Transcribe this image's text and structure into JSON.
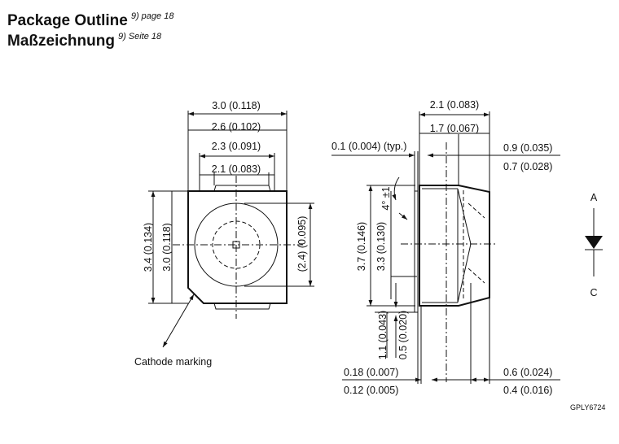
{
  "header": {
    "title_en": "Package Outline",
    "ref_en": "9) page 18",
    "title_de": "Maßzeichnung",
    "ref_de": "9) Seite 18"
  },
  "top_view": {
    "width_outer": "3.0 (0.118)",
    "width_body": "2.6 (0.102)",
    "pad_outer": "2.3 (0.091)",
    "pad_inner": "2.1 (0.083)",
    "height_outer": "3.4 (0.134)",
    "height_body": "3.0 (0.118)",
    "lens_diameter": "(2.4) (0.095)",
    "cathode_label": "Cathode marking"
  },
  "side_view": {
    "total_width": "2.1 (0.083)",
    "body_width": "1.7 (0.067)",
    "lead_thickness": "0.1 (0.004) (typ.)",
    "lead_outer": "0.9 (0.035)",
    "lead_inner": "0.7 (0.028)",
    "angle": "4° ±1",
    "height_outer": "3.7 (0.146)",
    "height_body": "3.3 (0.130)",
    "lead_height_outer": "1.1 (0.043)",
    "lead_height_inner": "0.5 (0.020)",
    "standoff_outer": "0.18 (0.007)",
    "standoff_inner": "0.12 (0.005)",
    "lead_width_outer": "0.6 (0.024)",
    "lead_width_inner": "0.4 (0.016)"
  },
  "symbol": {
    "anode": "A",
    "cathode": "C"
  },
  "drawing_code": "GPLY6724"
}
